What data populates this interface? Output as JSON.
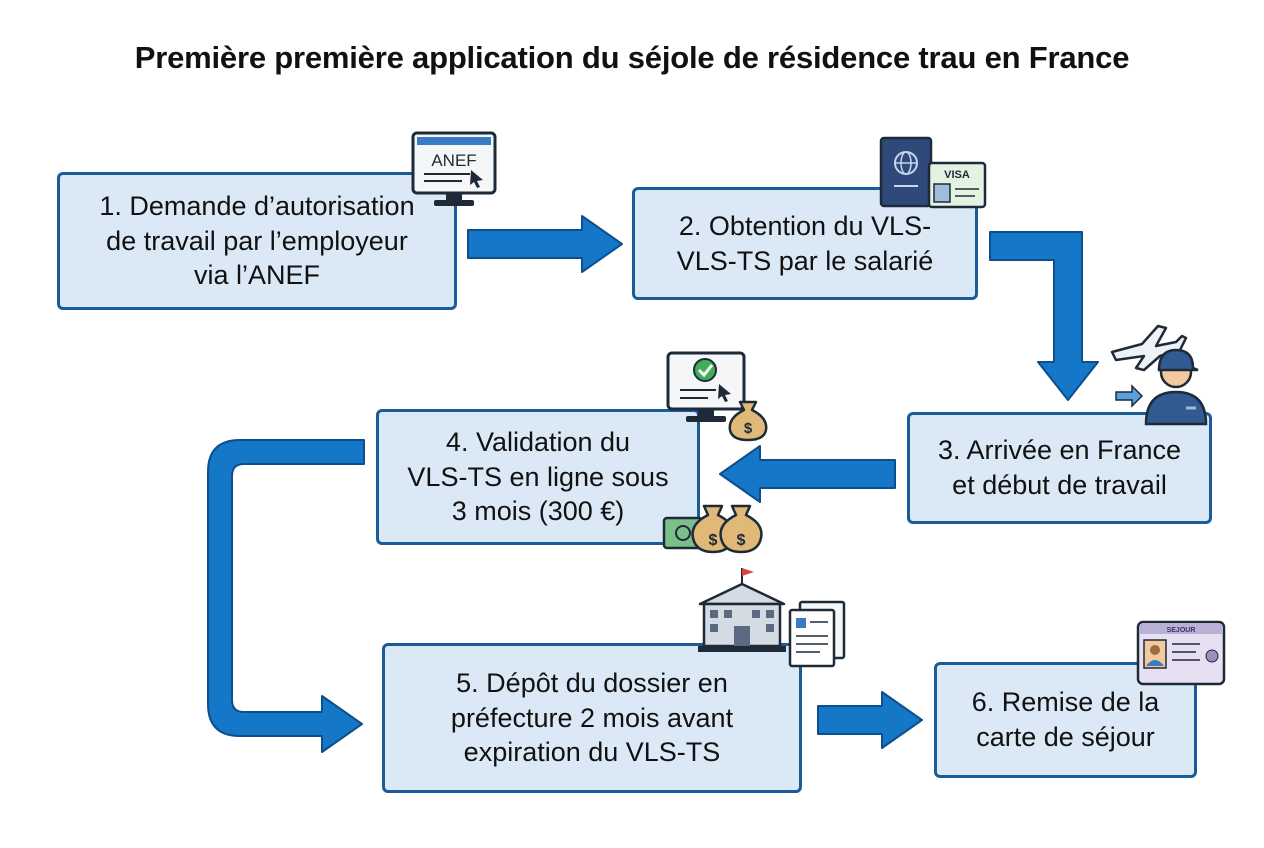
{
  "title": "Première première application du séjole de résidence trau en France",
  "steps": [
    {
      "id": 1,
      "text": "1. Demande d’autorisation\nde travail par l’employeur\nvia l’ANEF"
    },
    {
      "id": 2,
      "text": "2. Obtention du VLS-\nVLS-TS par le salarié"
    },
    {
      "id": 3,
      "text": "3. Arrivée en France\net début de travail"
    },
    {
      "id": 4,
      "text": "4. Validation du\nVLS-TS en ligne sous\n3 mois (300 €)"
    },
    {
      "id": 5,
      "text": "5. Dépôt du dossier en\npréfecture 2 mois avant\nexpiration du VLS-TS"
    },
    {
      "id": 6,
      "text": "6. Remise de la\ncarte de séjour"
    }
  ],
  "icons": {
    "anef_label": "ANEF",
    "visa_label": "VISA",
    "dollar_sign": "$",
    "card_header": "SEJOUR"
  },
  "colors": {
    "box_fill": "#dbe9f6",
    "box_border": "#1a5c9a",
    "arrow": "#1577c7",
    "arrow_outline": "#0d4f8a"
  }
}
